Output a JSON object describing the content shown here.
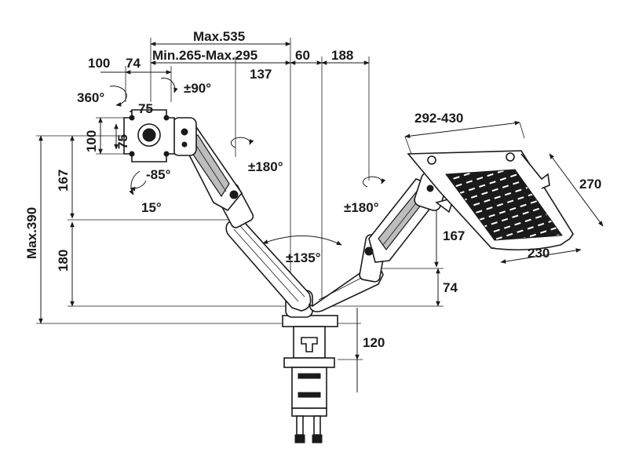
{
  "dimensions": {
    "max_reach": "Max.535",
    "height_range": "Min.265-Max.295",
    "d_100": "100",
    "d_74_top": "74",
    "d_137": "137",
    "d_60": "60",
    "d_188": "188",
    "d_75_h": "75",
    "d_75_v": "75",
    "d_100_v": "100",
    "max_height": "Max.390",
    "d_167_left": "167",
    "d_180": "180",
    "d_120": "120",
    "d_74_right": "74",
    "d_167_right": "167",
    "tray_width": "292-430",
    "tray_depth": "270",
    "tray_bottom": "230"
  },
  "angles": {
    "rotate_360": "360°",
    "tilt_90": "±90°",
    "tilt_neg85": "-85°",
    "tilt_15": "15°",
    "swivel_left": "±180°",
    "swivel_right": "±180°",
    "swivel_base": "±135°"
  }
}
